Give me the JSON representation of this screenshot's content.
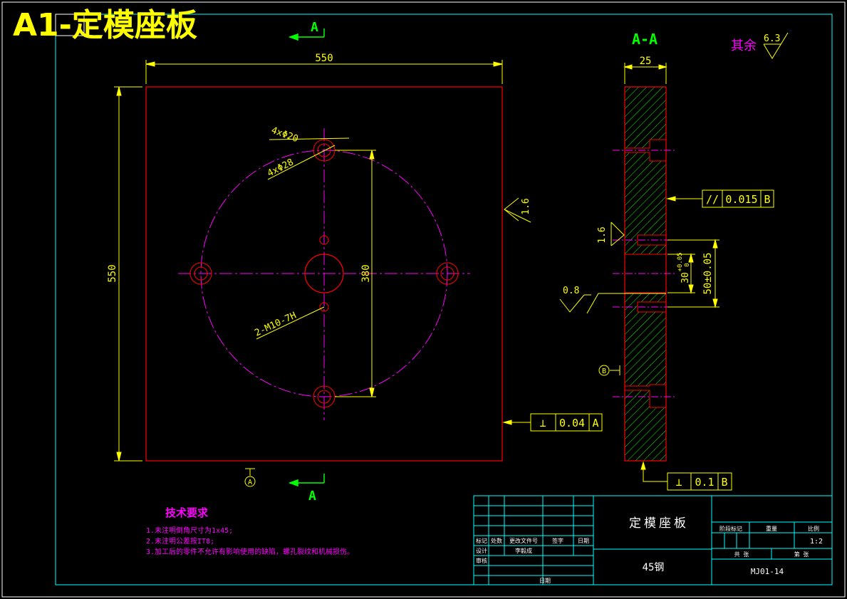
{
  "sheet": {
    "title_overlay": "A1-定模座板",
    "border_color": "#00ffff",
    "outline_color": "#ff0000",
    "dimension_color": "#ffff00",
    "centerline_color": "#ff00ff",
    "section_label_color": "#00ff00"
  },
  "front_view": {
    "width_dim": "550",
    "height_dim": "550",
    "pcd_dim": "380",
    "hole_note_1": "4xΦ20",
    "hole_note_2": "4xΦ28",
    "thread_note": "2-M10-7H",
    "roughness_side": "1.6",
    "section_mark_top": "A",
    "section_mark_bottom": "A",
    "datum_a": "A",
    "perpendicularity": {
      "symbol": "⊥",
      "value": "0.04",
      "datum": "A"
    }
  },
  "section_view": {
    "label": "A-A",
    "thickness_dim": "25",
    "parallelism": {
      "symbol": "//",
      "value": "0.015",
      "datum": "B"
    },
    "roughness_left": "1.6",
    "roughness_step": "0.8",
    "bore_dim": "30",
    "bore_tol_upper": "+0.05",
    "bore_tol_lower": "0",
    "center_dim": "50±0.05",
    "datum_b": "B",
    "perpendicularity": {
      "symbol": "⊥",
      "value": "0.1",
      "datum": "B"
    }
  },
  "roughness_rest": {
    "label": "其余",
    "value": "6.3"
  },
  "tech_requirements": {
    "title": "技术要求",
    "items": [
      "1.未注明倒角尺寸为1x45;",
      "2.未注明公差按IT8;",
      "3.加工后的零件不允许有影响使用的缺陷，螺孔裂纹和机械损伤。"
    ]
  },
  "title_block": {
    "part_name": "定模座板",
    "material": "45钢",
    "drawing_no": "MJ01-14",
    "scale": "1:2",
    "scale_header": "比例",
    "weight_header": "重量",
    "stage_header": "阶段标记",
    "sheets_total": "共 张",
    "sheet_no": "第 张",
    "rev_headers": [
      "标记",
      "处数",
      "更改文件号",
      "签字",
      "日期"
    ],
    "designer_label": "设计",
    "designer_name": "李毅成",
    "review_label": "审核",
    "date_label": "日期"
  }
}
